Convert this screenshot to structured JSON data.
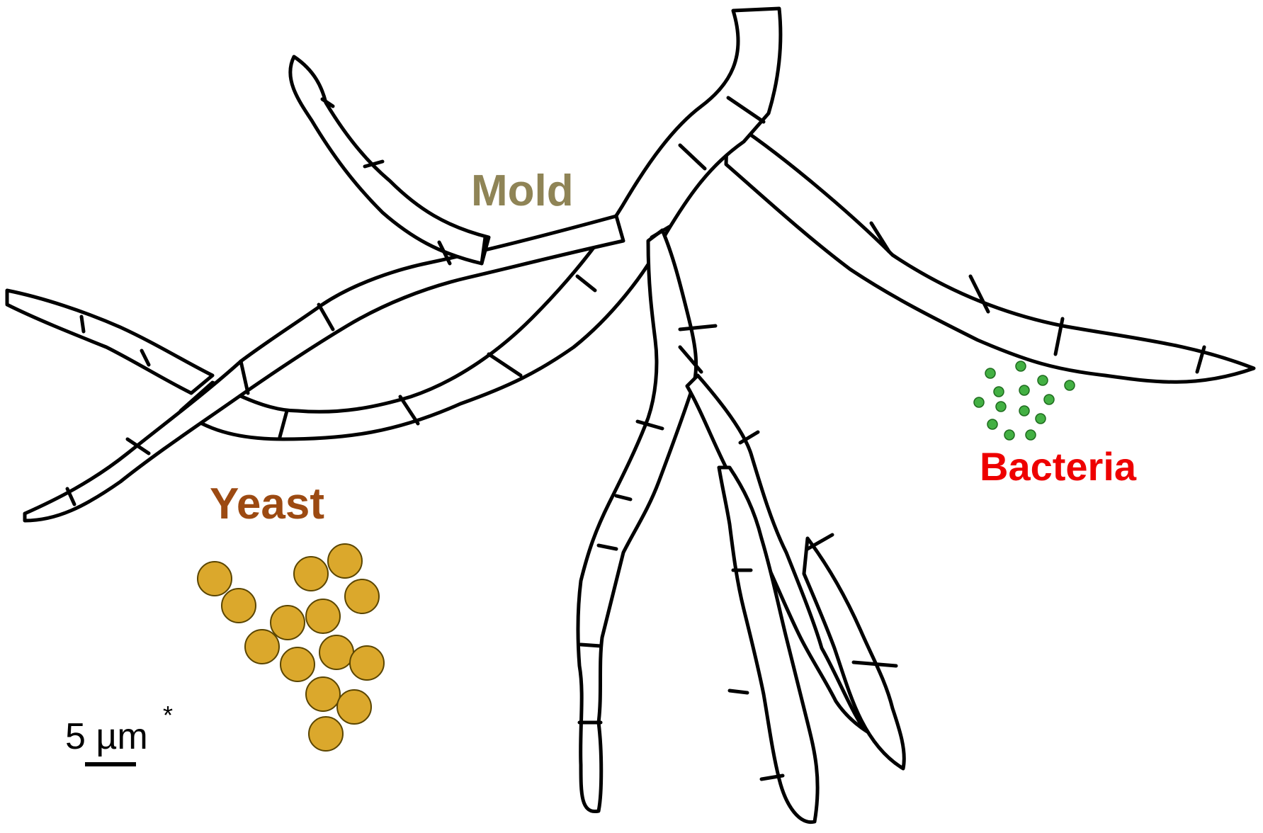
{
  "labels": {
    "mold": "Mold",
    "yeast": "Yeast",
    "bacteria": "Bacteria"
  },
  "scale_bar": {
    "value": "5 µm",
    "marker": "*"
  },
  "colors": {
    "mold": "#8f8456",
    "yeast_label": "#9c4a12",
    "yeast_cell": "#dba82c",
    "bacteria_label": "#ee0000",
    "bacteria_cell": "#43b043",
    "hypha_outline": "#000000"
  }
}
